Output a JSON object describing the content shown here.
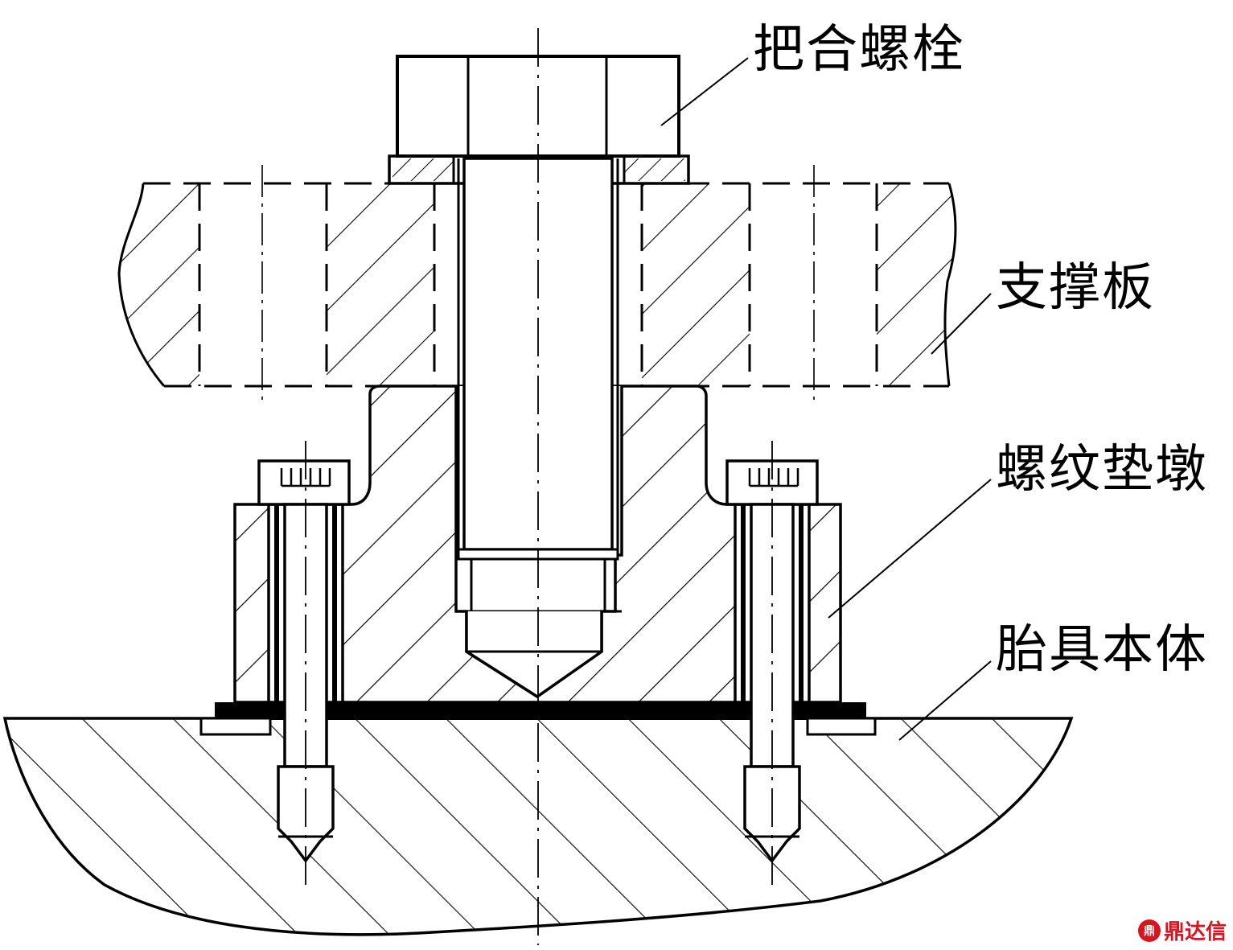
{
  "labels": {
    "clamp_bolt": "把合螺栓",
    "support_plate": "支撑板",
    "threaded_pad": "螺纹垫墩",
    "fixture_body": "胎具本体"
  },
  "watermark": {
    "logo": "鼎",
    "text": "鼎达信",
    "color": "#d9141e"
  },
  "colors": {
    "line": "#000000",
    "background": "#ffffff"
  }
}
